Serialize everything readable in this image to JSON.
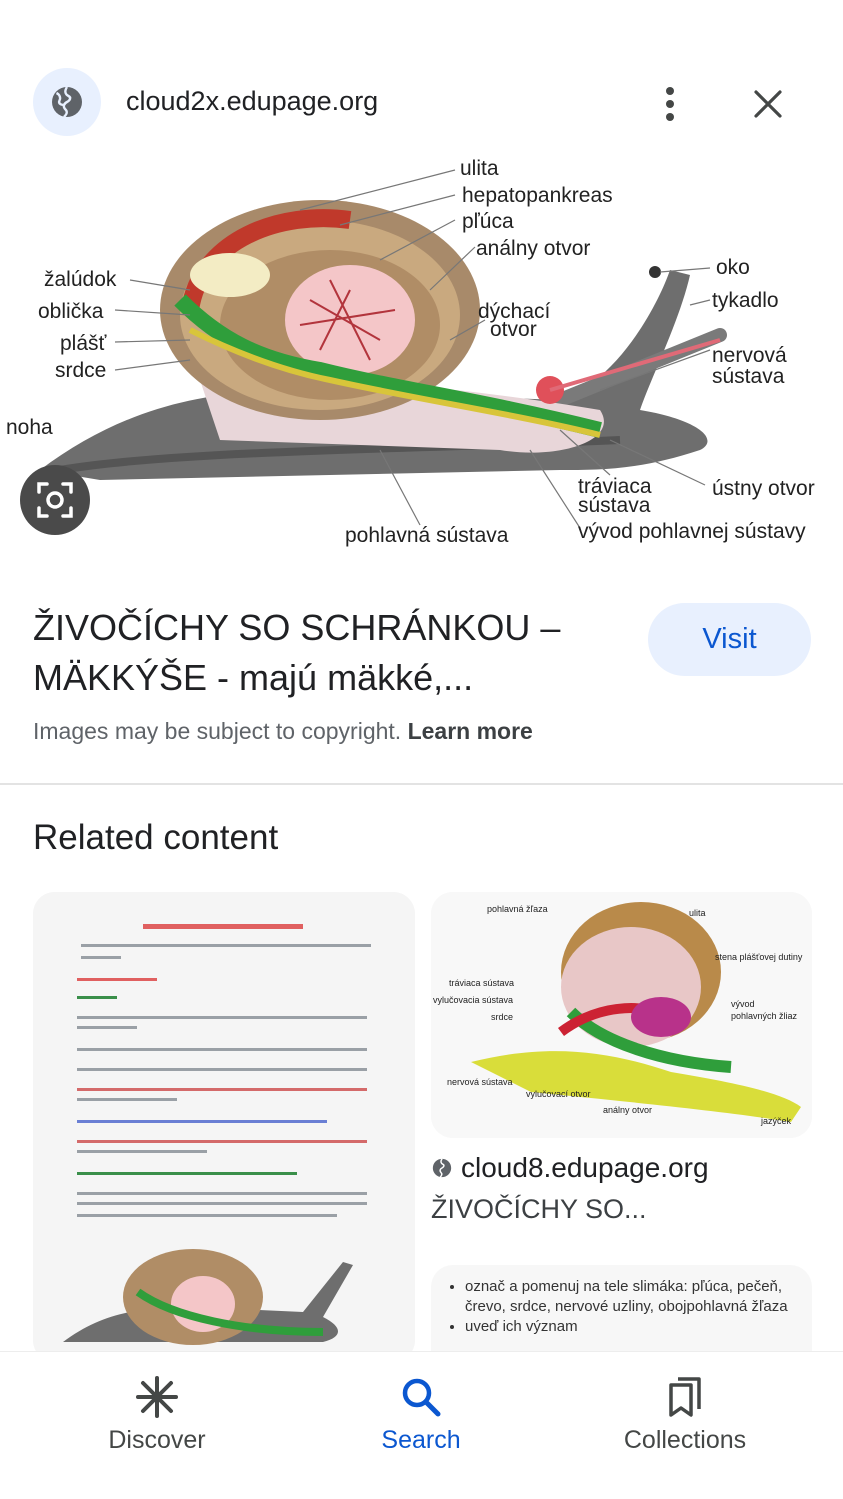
{
  "header": {
    "site_host": "cloud2x.edupage.org",
    "icons": {
      "site": "globe-icon",
      "menu": "more-vert-icon",
      "close": "close-icon"
    }
  },
  "hero_image": {
    "labels": {
      "ulita": "ulita",
      "hepatopankreas": "hepatopankreas",
      "pluca": "pľúca",
      "analny": "análny otvor",
      "oko": "oko",
      "tykadlo": "tykadlo",
      "zaludok": "žalúdok",
      "oblicka": "oblička",
      "plast": "plášť",
      "srdce": "srdce",
      "dychaci1": "dýchací",
      "dychaci2": "otvor",
      "nervova1": "nervová",
      "nervova2": "sústava",
      "noha": "noha",
      "traviaca1": "tráviaca",
      "traviaca2": "sústava",
      "ustny": "ústny otvor",
      "pohlavna": "pohlavná sústava",
      "vyvod": "vývod pohlavnej sústavy"
    },
    "lens_icon": "google-lens-icon"
  },
  "result": {
    "title": "ŽIVOČÍCHY SO SCHRÁNKOU – MÄKKÝŠE - majú mäkké,...",
    "visit_label": "Visit",
    "copyright_text": "Images may be subject to copyright.",
    "learn_more": "Learn more"
  },
  "related": {
    "heading": "Related content",
    "card_right": {
      "source": "cloud8.edupage.org",
      "caption": "ŽIVOČÍCHY SO...",
      "labels": {
        "pohlavna_zlaza": "pohlavná žľaza",
        "ulita": "ulita",
        "stena": "stena plášťovej dutiny",
        "traviaca": "tráviaca sústava",
        "vylucovacia": "vylučovacia sústava",
        "srdce": "srdce",
        "vyvod1": "vývod",
        "vyvod2": "pohlavných žliaz",
        "nervova": "nervová sústava",
        "vylucovaci": "vylučovací otvor",
        "analny": "análny otvor",
        "jazycek": "jazýček"
      }
    },
    "card_right2": {
      "bullets": [
        "označ a pomenuj na tele slimáka: pľúca, pečeň, črevo, srdce, nervové uzliny, obojpohlavná žľaza",
        "uveď ich význam"
      ]
    }
  },
  "bottom_nav": {
    "items": [
      {
        "label": "Discover",
        "icon": "asterisk-icon",
        "active": false
      },
      {
        "label": "Search",
        "icon": "search-icon",
        "active": true
      },
      {
        "label": "Collections",
        "icon": "bookmarks-icon",
        "active": false
      }
    ],
    "active_color": "#0b57d0"
  }
}
